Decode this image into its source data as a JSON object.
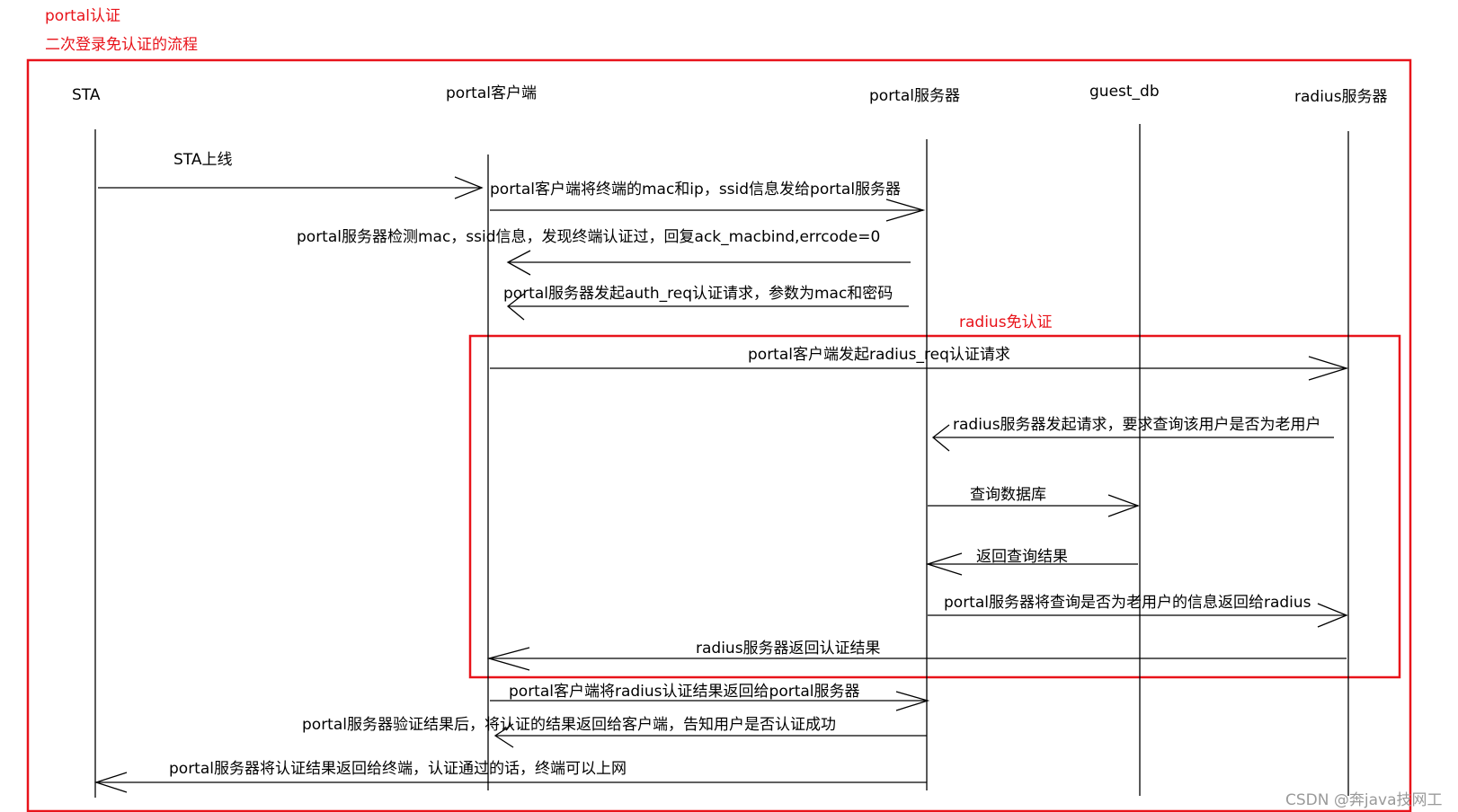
{
  "title": {
    "line1": "portal认证",
    "line2": "二次登录免认证的流程"
  },
  "radius_box_label": "radius免认证",
  "participants": [
    {
      "id": "sta",
      "label": "STA"
    },
    {
      "id": "portal_client",
      "label": "portal客户端"
    },
    {
      "id": "portal_server",
      "label": "portal服务器"
    },
    {
      "id": "guest_db",
      "label": "guest_db"
    },
    {
      "id": "radius_server",
      "label": "radius服务器"
    }
  ],
  "messages": [
    {
      "from": "sta",
      "to": "portal_client",
      "label": "STA上线"
    },
    {
      "from": "portal_client",
      "to": "portal_server",
      "label": "portal客户端将终端的mac和ip，ssid信息发给portal服务器"
    },
    {
      "from": "portal_server",
      "to": "portal_client",
      "label": "portal服务器检测mac，ssid信息，发现终端认证过，回复ack_macbind,errcode=0"
    },
    {
      "from": "portal_server",
      "to": "portal_client",
      "label": "portal服务器发起auth_req认证请求，参数为mac和密码"
    },
    {
      "from": "portal_client",
      "to": "radius_server",
      "label": "portal客户端发起radius_req认证请求"
    },
    {
      "from": "radius_server",
      "to": "portal_server",
      "label": "radius服务器发起请求，要求查询该用户是否为老用户"
    },
    {
      "from": "portal_server",
      "to": "guest_db",
      "label": "查询数据库"
    },
    {
      "from": "guest_db",
      "to": "portal_server",
      "label": "返回查询结果"
    },
    {
      "from": "portal_server",
      "to": "radius_server",
      "label": "portal服务器将查询是否为老用户的信息返回给radius"
    },
    {
      "from": "radius_server",
      "to": "portal_client",
      "label": "radius服务器返回认证结果"
    },
    {
      "from": "portal_client",
      "to": "portal_server",
      "label": "portal客户端将radius认证结果返回给portal服务器"
    },
    {
      "from": "portal_server",
      "to": "portal_client",
      "label": "portal服务器验证结果后，将认证的结果返回给客户端，告知用户是否认证成功"
    },
    {
      "from": "portal_server",
      "to": "sta",
      "label": "portal服务器将认证结果返回给终端，认证通过的话，终端可以上网"
    }
  ],
  "watermark": "CSDN @奔java技网工",
  "colors": {
    "accent_red": "#e8131a",
    "line": "#000000",
    "watermark": "#9a9a9a"
  }
}
